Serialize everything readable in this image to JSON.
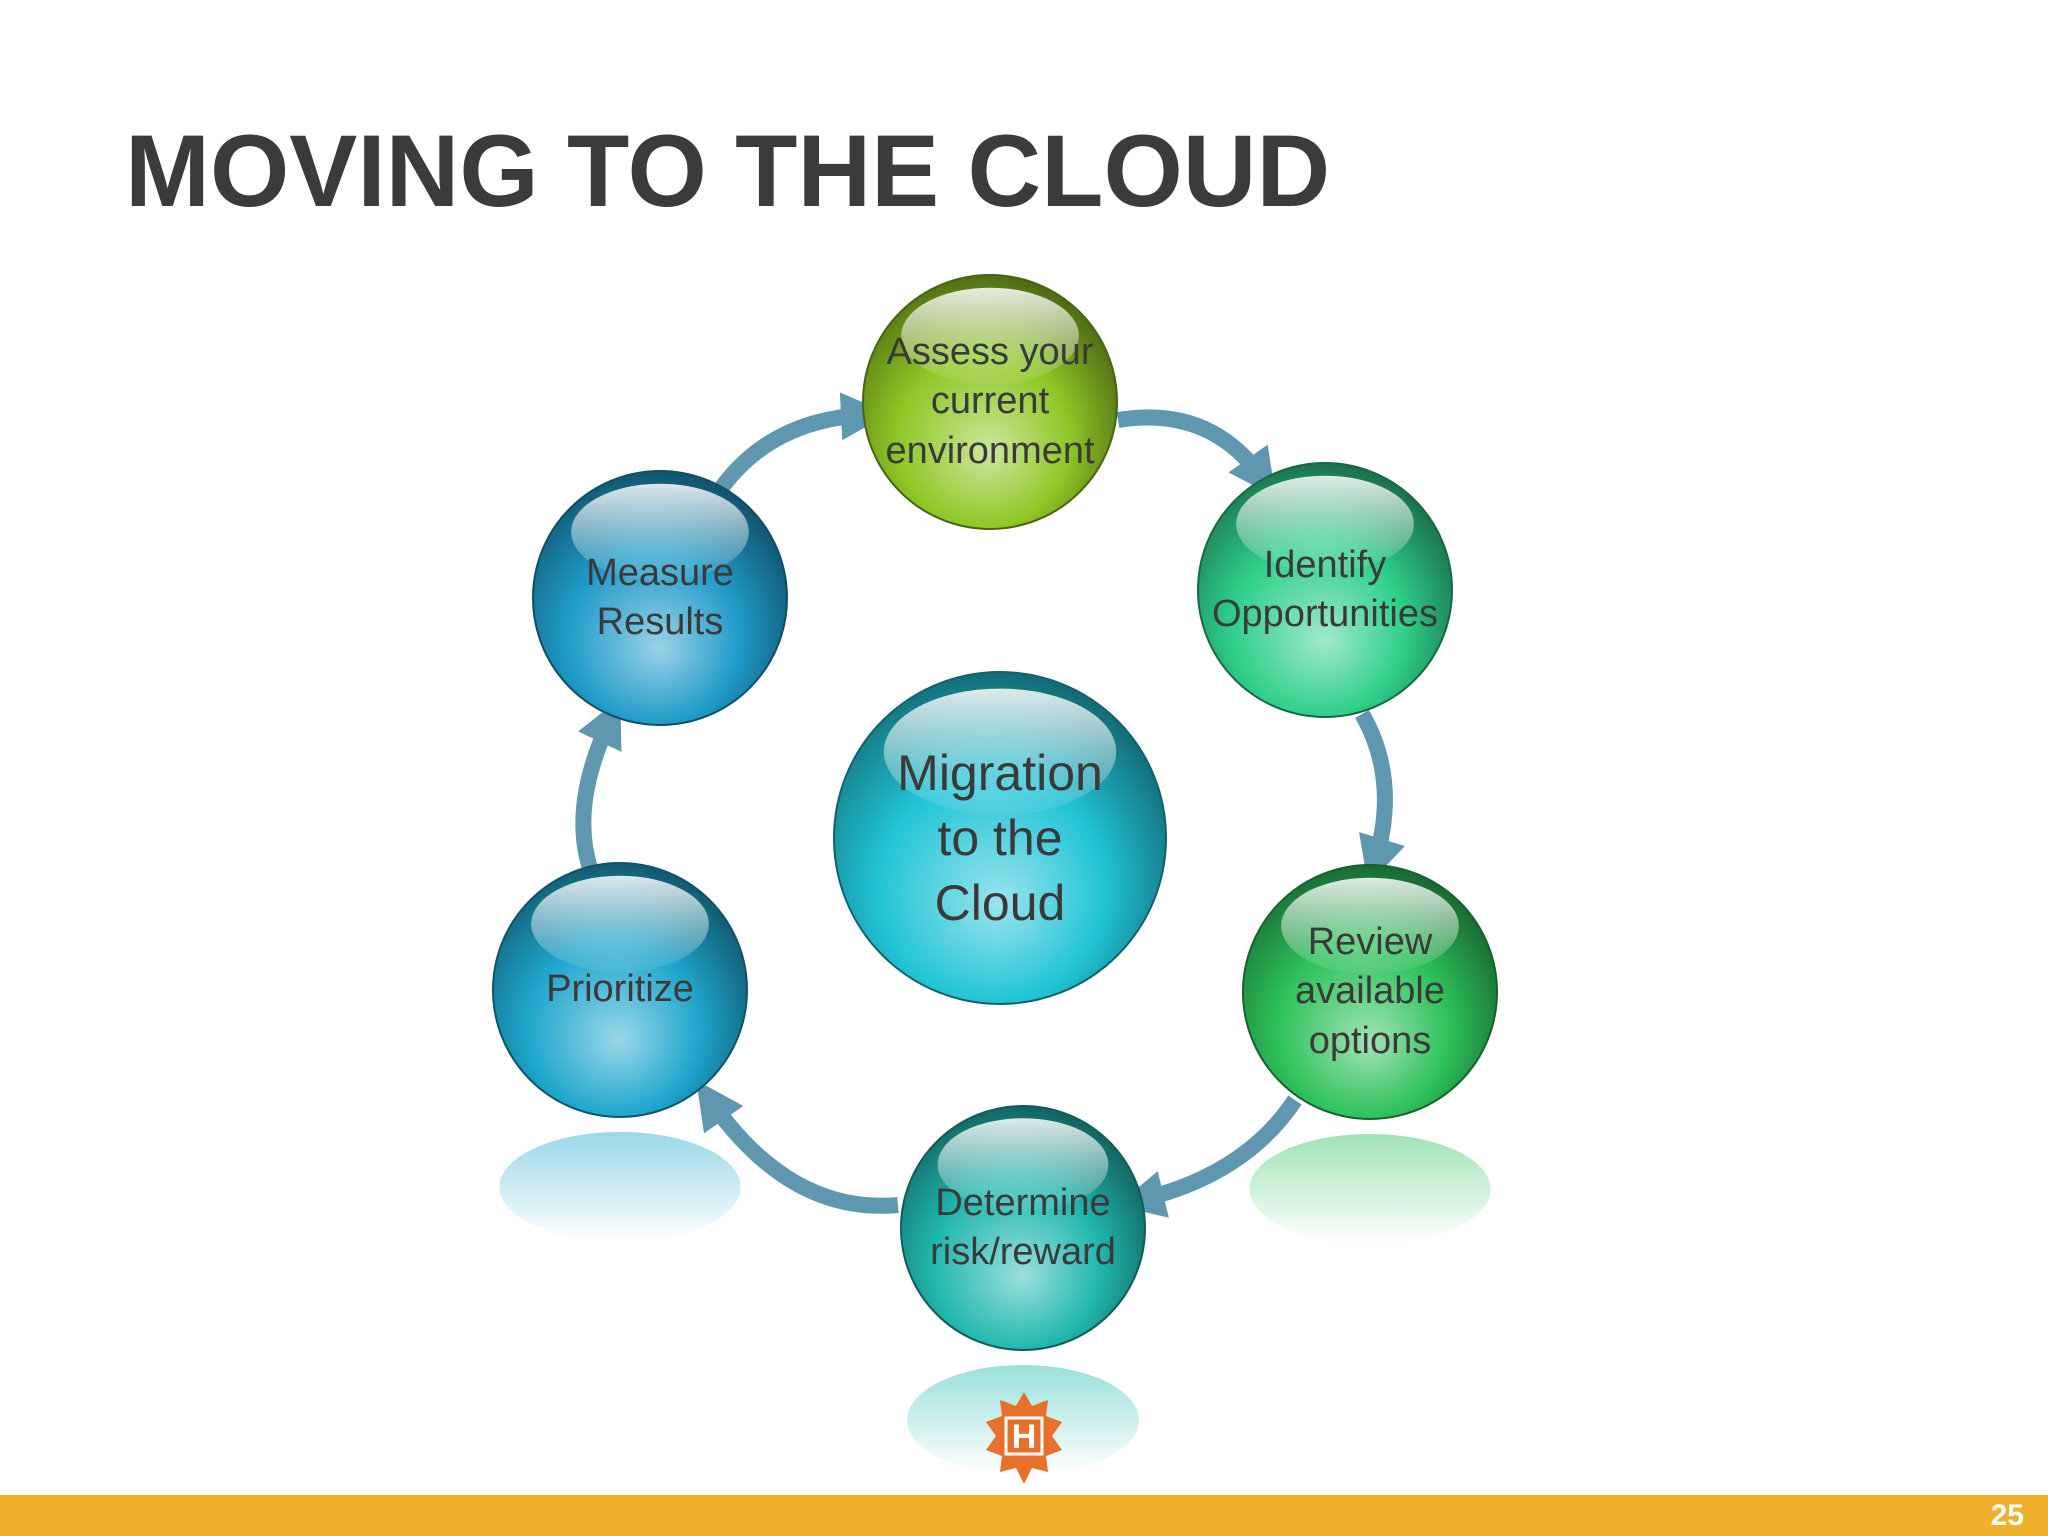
{
  "title": "MOVING TO THE CLOUD",
  "center_node": {
    "label": "Migration\nto the\nCloud",
    "color": "#21c4d6"
  },
  "cycle_nodes": [
    {
      "key": "assess",
      "label": "Assess your\ncurrent\nenvironment",
      "color": "#8fc725"
    },
    {
      "key": "identify",
      "label": "Identify\nOpportunities",
      "color": "#2fcf8a"
    },
    {
      "key": "review",
      "label": "Review\navailable\noptions",
      "color": "#2dc15a"
    },
    {
      "key": "determine",
      "label": "Determine\nrisk/reward",
      "color": "#21b8b0"
    },
    {
      "key": "prioritize",
      "label": "Prioritize",
      "color": "#1ea6cd"
    },
    {
      "key": "measure",
      "label": "Measure\nResults",
      "color": "#1f9bc9"
    }
  ],
  "arrow_color": "#5f97b0",
  "logo": {
    "letter": "H",
    "color": "#e8702a"
  },
  "page_number": "25",
  "footer_color": "#f0b12c"
}
